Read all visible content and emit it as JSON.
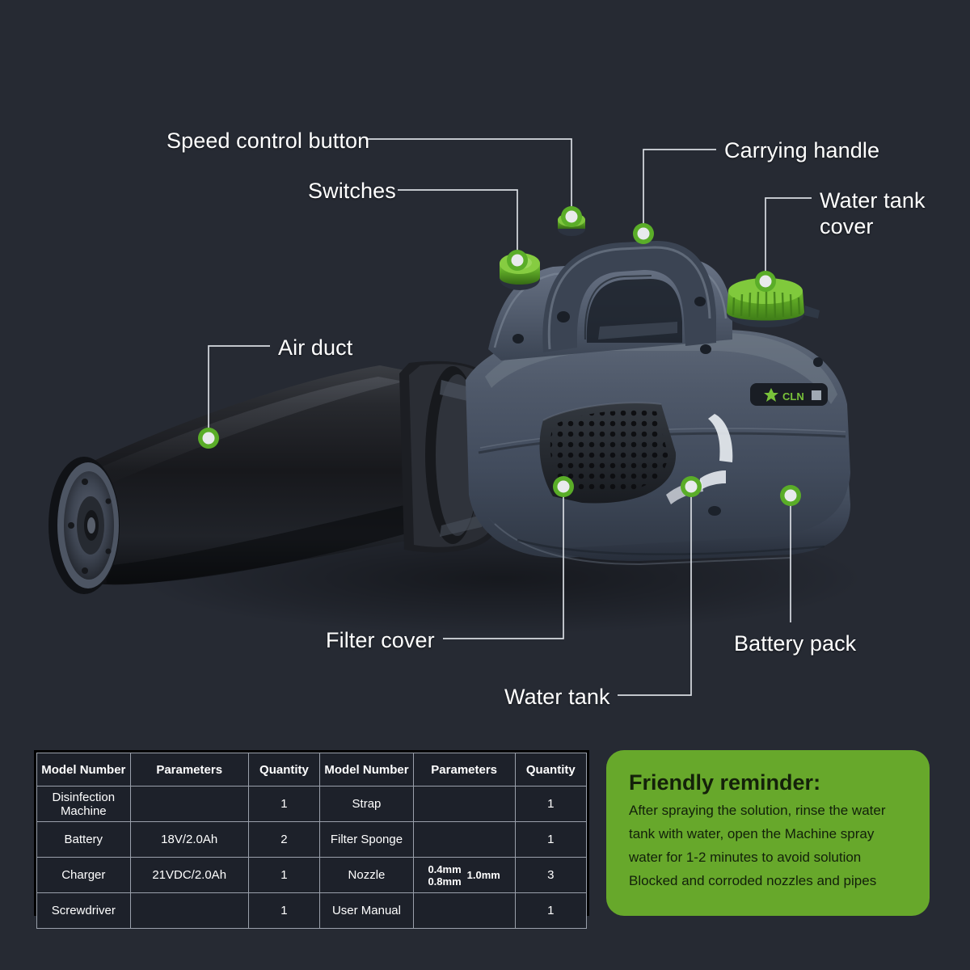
{
  "theme": {
    "background": "#262a33",
    "accent_green": "#67a82b",
    "marker_ring": "#5aad28",
    "marker_core": "#e8eaec",
    "leader_line": "#d8dce2",
    "label_text": "#ffffff",
    "body_slate": "#4a5464",
    "duct_black": "#1b1d21"
  },
  "callouts": [
    {
      "id": "speed-control-button",
      "label": "Speed control button"
    },
    {
      "id": "switches",
      "label": "Switches"
    },
    {
      "id": "carrying-handle",
      "label": "Carrying handle"
    },
    {
      "id": "water-tank-cover",
      "label": "Water tank\ncover"
    },
    {
      "id": "air-duct",
      "label": "Air duct"
    },
    {
      "id": "filter-cover",
      "label": "Filter cover"
    },
    {
      "id": "water-tank",
      "label": "Water tank"
    },
    {
      "id": "battery-pack",
      "label": "Battery pack"
    }
  ],
  "spec_table": {
    "headers": [
      "Model\nNumber",
      "Parameters",
      "Quantity",
      "Model\nNumber",
      "Parameters",
      "Quantity"
    ],
    "headers_flat": {
      "model_number_left": "Model Number",
      "parameters_left": "Parameters",
      "quantity_left": "Quantity",
      "model_number_right": "Model Number",
      "parameters_right": "Parameters",
      "quantity_right": "Quantity"
    },
    "rows": [
      {
        "left_model": "Disinfection\nMachine",
        "left_param": "",
        "left_qty": "1",
        "right_model": "Strap",
        "right_param": "",
        "right_qty": "1"
      },
      {
        "left_model": "Battery",
        "left_param": "18V/2.0Ah",
        "left_qty": "2",
        "right_model": "Filter Sponge",
        "right_param": "",
        "right_qty": "1"
      },
      {
        "left_model": "Charger",
        "left_param": "21VDC/2.0Ah",
        "left_qty": "1",
        "right_model": "Nozzle",
        "right_param": "0.4mm 0.8mm 1.0mm",
        "right_qty": "3",
        "right_param_parts": {
          "stacked_top": "0.4mm",
          "stacked_bottom": "0.8mm",
          "single": "1.0mm"
        }
      },
      {
        "left_model": "Screwdriver",
        "left_param": "",
        "left_qty": "1",
        "right_model": "User Manual",
        "right_param": "",
        "right_qty": "1"
      }
    ]
  },
  "reminder": {
    "title": "Friendly reminder:",
    "lines": [
      "After spraying the solution, rinse the water",
      "tank with water, open the Machine spray",
      "water for 1-2 minutes to avoid solution",
      "Blocked and corroded nozzles and pipes"
    ]
  }
}
